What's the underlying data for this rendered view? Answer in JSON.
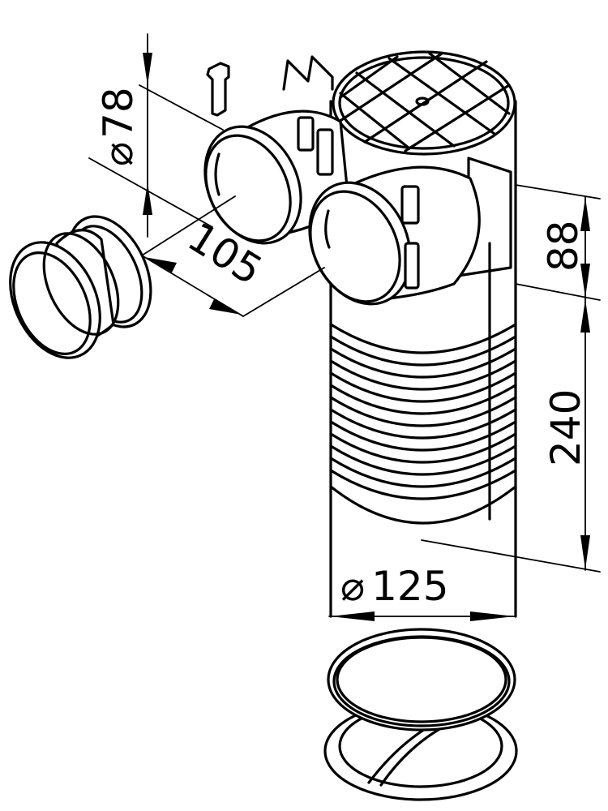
{
  "drawing": {
    "title": "Duct distributor with outlets — dimensional drawing",
    "line_color": "#000000",
    "background": "#ffffff",
    "parts": [
      {
        "id": "main-body",
        "label": "Vertical corrugated duct body with top grille"
      },
      {
        "id": "outlet-left",
        "label": "Left round outlet spigot with clips"
      },
      {
        "id": "outlet-right",
        "label": "Right round outlet spigot with clips"
      },
      {
        "id": "clip",
        "label": "Loose retaining clip"
      },
      {
        "id": "adapter",
        "label": "Loose stepped adapter ring"
      },
      {
        "id": "bottom-ring",
        "label": "Loose bottom sealing ring"
      }
    ],
    "dimensions": {
      "outlet_diameter": {
        "symbol": "⌀",
        "value": "78"
      },
      "outlet_length": {
        "value": "105"
      },
      "outlet_height": {
        "value": "88"
      },
      "body_height": {
        "value": "240"
      },
      "body_diameter": {
        "symbol": "⌀",
        "value": "125"
      }
    }
  }
}
